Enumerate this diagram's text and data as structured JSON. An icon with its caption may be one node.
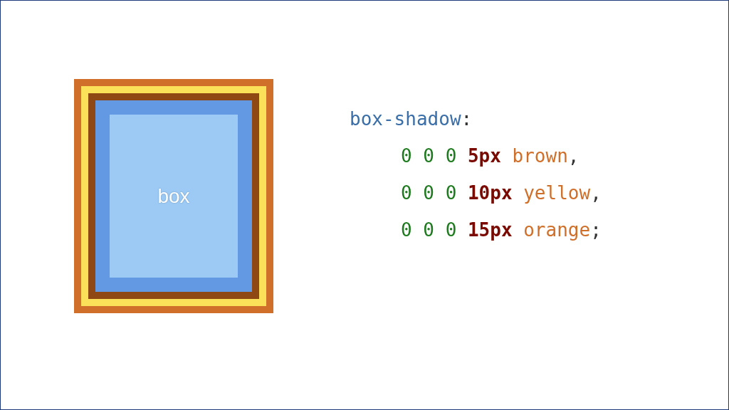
{
  "diagram": {
    "nodes": [
      {
        "text": [
          "box"
        ]
      }
    ],
    "labels": [
      "box-shadow:",
      "0 0 0 5px brown,",
      "0 0 0 10px yellow,",
      "0 0 0 15px orange;"
    ]
  }
}
